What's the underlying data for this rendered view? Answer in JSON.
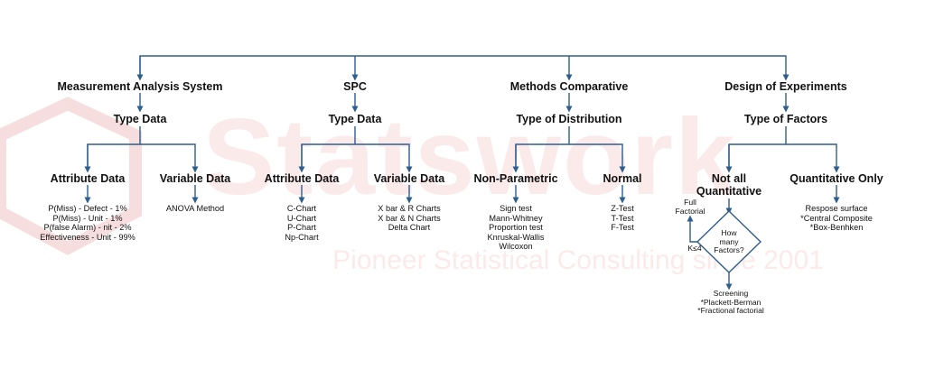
{
  "colors": {
    "line": "#2e5e8e",
    "watermark": "#f6dcdc"
  },
  "watermark": {
    "brand": "Statswork",
    "tagline": "Pioneer Statistical Consulting since 2001"
  },
  "mas": {
    "title": "Measurement Analysis System",
    "type": "Type Data",
    "attr": "Attribute Data",
    "var": "Variable Data",
    "attr_items": [
      "P(Miss) - Defect - 1%",
      "P(Miss) - Unit - 1%",
      "P(false Alarm) - nit - 2%",
      "Effectiveness - Unit - 99%"
    ],
    "var_items": [
      "ANOVA Method"
    ]
  },
  "spc": {
    "title": "SPC",
    "type": "Type Data",
    "attr": "Attribute Data",
    "var": "Variable Data",
    "attr_items": [
      "C-Chart",
      "U-Chart",
      "P-Chart",
      "Np-Chart"
    ],
    "var_items": [
      "X bar & R Charts",
      "X bar & N Charts",
      "Delta Chart"
    ]
  },
  "mc": {
    "title": "Methods Comparative",
    "type": "Type of Distribution",
    "np": "Non-Parametric",
    "normal": "Normal",
    "np_items": [
      "Sign test",
      "Mann-Whitney",
      "Proportion test",
      "Knruskal-Wallis",
      "Wilcoxon"
    ],
    "normal_items": [
      "Z-Test",
      "T-Test",
      "F-Test"
    ]
  },
  "doe": {
    "title": "Design of Experiments",
    "type": "Type of Factors",
    "notall": [
      "Not all",
      "Quantitative"
    ],
    "quant": "Quantitative Only",
    "full": [
      "Full",
      "Factorial"
    ],
    "diamond": [
      "How",
      "many",
      "Factors?"
    ],
    "k": "K≤4",
    "screening": [
      "Screening",
      "*Plackett-Berman",
      "*Fractional factorial"
    ],
    "quant_items": [
      "Respose surface",
      "*Central Composite",
      "*Box-Benhken"
    ]
  }
}
